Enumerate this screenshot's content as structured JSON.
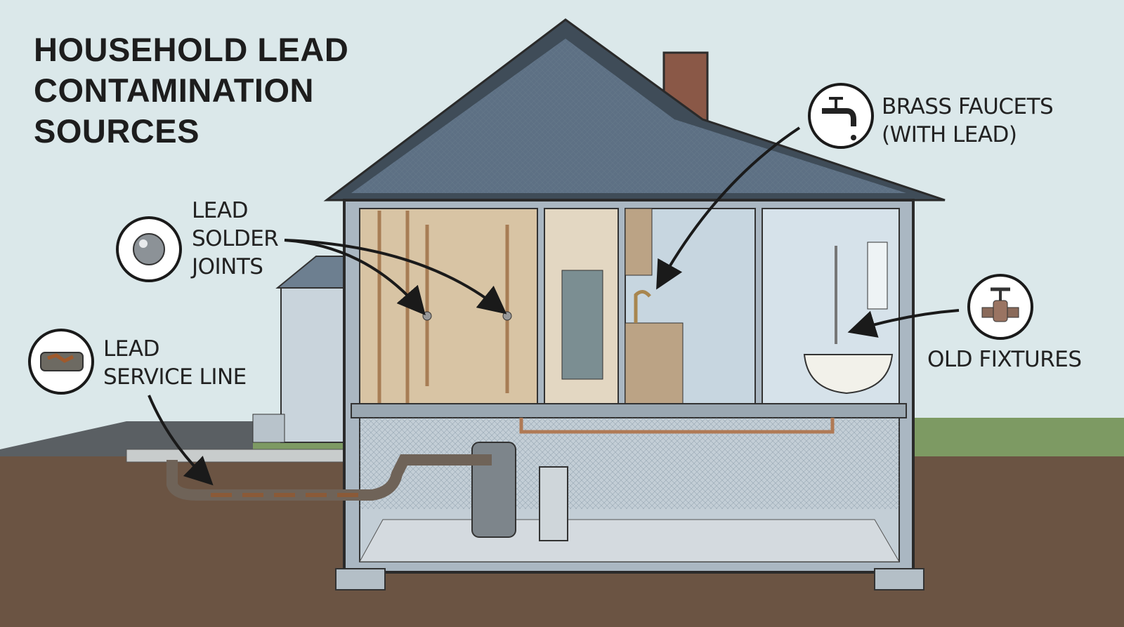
{
  "title": {
    "line1": "HOUSEHOLD LEAD",
    "line2": "CONTAMINATION",
    "line3": "SOURCES"
  },
  "callouts": {
    "solder": {
      "line1": "LEAD",
      "line2": "SOLDER",
      "line3": "JOINTS",
      "icon": "solder-ball-icon"
    },
    "service_line": {
      "line1": "LEAD",
      "line2": "SERVICE LINE",
      "icon": "corroded-pipe-icon"
    },
    "brass_faucets": {
      "line1": "BRASS FAUCETS",
      "line2": "(WITH LEAD)",
      "icon": "faucet-icon"
    },
    "old_fixtures": {
      "line1": "OLD FIXTURES",
      "icon": "valve-icon"
    }
  },
  "colors": {
    "sky": "#dbe8ea",
    "ground": "#6b5443",
    "roof": "#5d7084",
    "chimney": "#8a5847",
    "pipe": "#b07a55"
  }
}
